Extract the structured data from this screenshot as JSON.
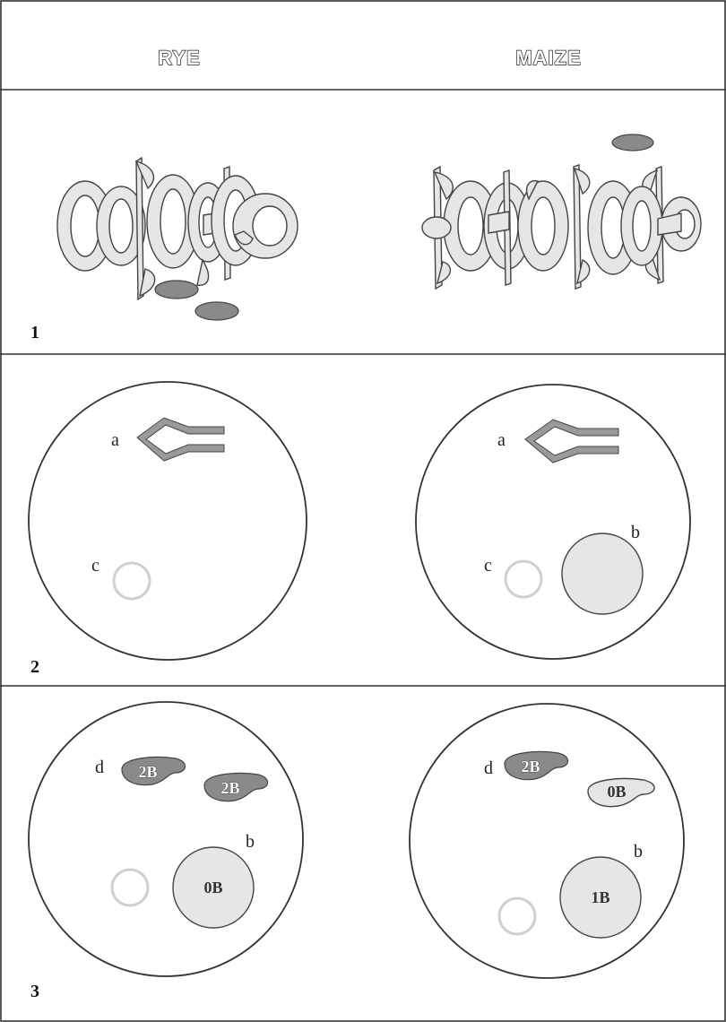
{
  "columns": {
    "left": "RYE",
    "right": "MAIZE"
  },
  "panels": [
    {
      "number": "1"
    },
    {
      "number": "2"
    },
    {
      "number": "3"
    }
  ],
  "panel2": {
    "rye": {
      "label_a": "a",
      "label_c": "c"
    },
    "maize": {
      "label_a": "a",
      "label_b": "b",
      "label_c": "c"
    }
  },
  "panel3": {
    "rye": {
      "label_d": "d",
      "label_b": "b",
      "bodies": [
        "2B",
        "2B"
      ],
      "nucleolus": "0B"
    },
    "maize": {
      "label_d": "d",
      "label_b": "b",
      "bodies": [
        "2B",
        "0B"
      ],
      "nucleolus": "1B"
    }
  },
  "colors": {
    "dark_body": "#8a8a8a",
    "pale_body": "#e6e6e6",
    "outline": "#333333"
  }
}
